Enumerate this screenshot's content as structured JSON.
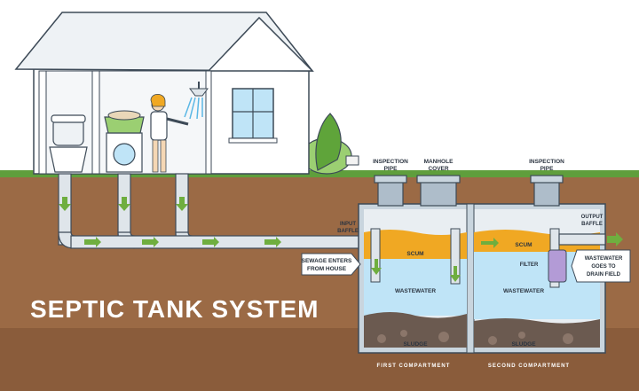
{
  "title": "SEPTIC TANK SYSTEM",
  "labels": {
    "inspection_pipe_left": [
      "INSPECTION",
      "PIPE"
    ],
    "manhole_cover": [
      "MANHOLE",
      "COVER"
    ],
    "inspection_pipe_right": [
      "INSPECTION",
      "PIPE"
    ],
    "input_baffle": [
      "INPUT",
      "BAFFLE"
    ],
    "output_baffle": [
      "OUTPUT",
      "BAFFLE"
    ],
    "sewage_enters": [
      "SEWAGE ENTERS",
      "FROM HOUSE"
    ],
    "wastewater_goes": [
      "WASTEWATER",
      "GOES TO",
      "DRAIN FIELD"
    ],
    "scum_1": "SCUM",
    "scum_2": "SCUM",
    "filter": "FILTER",
    "wastewater_1": "WASTEWATER",
    "wastewater_2": "WASTEWATER",
    "sludge_1": "SLUDGE",
    "sludge_2": "SLUDGE",
    "first_compartment": "FIRST COMPARTMENT",
    "second_compartment": "SECOND COMPARTMENT"
  },
  "colors": {
    "soil": "#9b6a45",
    "soil_dark": "#7d5235",
    "grass": "#5f9e3c",
    "house": "#ffffff",
    "roof": "#eef1f4",
    "outline": "#3d4a57",
    "pipe": "#dfe5ea",
    "scum": "#f0a823",
    "wastewater": "#bfe4f7",
    "sludge": "#6b5a50",
    "tank": "#c9d5de",
    "arrow": "#6fae3f"
  }
}
